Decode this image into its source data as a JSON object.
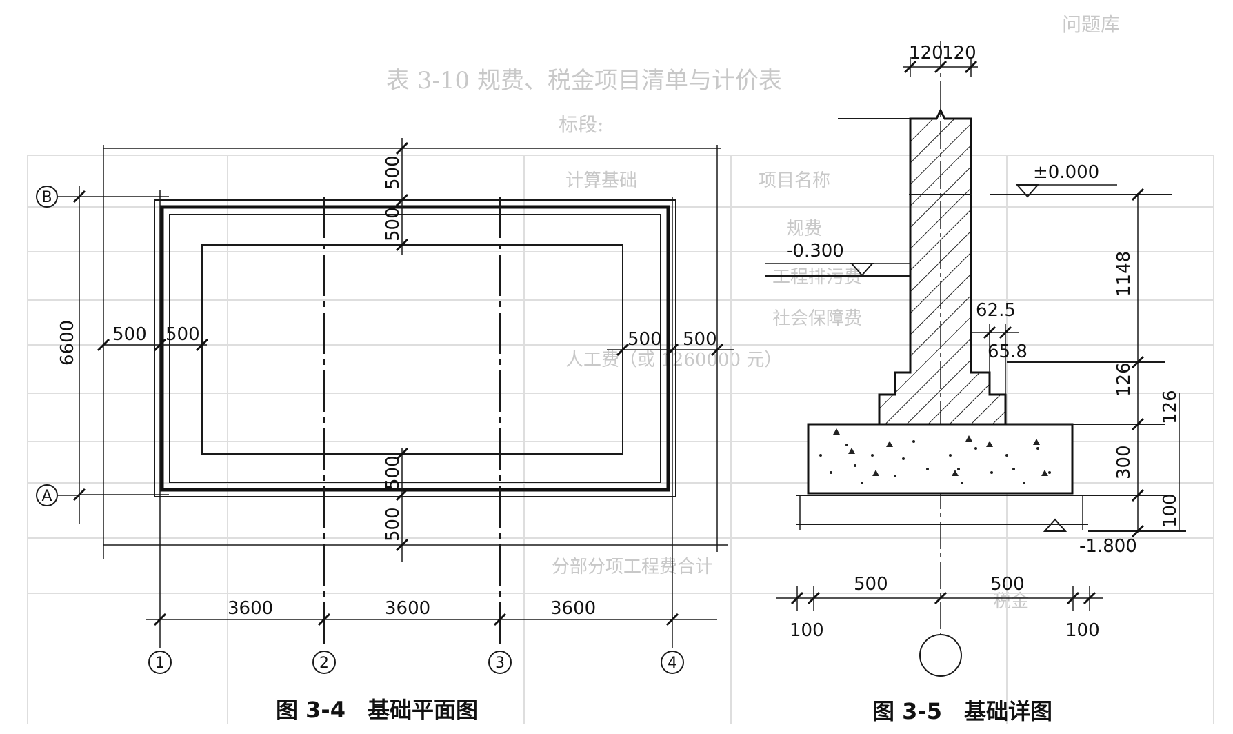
{
  "background_text": {
    "top_right": "问题库",
    "table_title": "表 3-10 规费、税金项目清单与计价表",
    "bid_label": "标段:",
    "row1": "项目名称",
    "row2": "计算基础",
    "row3": "规费",
    "row4": "工程排污费",
    "row5": "社会保障费",
    "row6": "人工费（或 1260000 元）",
    "row7": "分部分项工程费合计",
    "row8": "税金"
  },
  "figure1": {
    "caption": "图 3-4　基础平面图",
    "axis_numbers": [
      "1",
      "2",
      "3",
      "4"
    ],
    "axis_letters": [
      "A",
      "B"
    ],
    "overall_depth": "6600",
    "bay_spans": [
      "3600",
      "3600",
      "3600"
    ],
    "offsets": [
      "500",
      "500",
      "500",
      "500",
      "500",
      "500",
      "500",
      "500"
    ]
  },
  "figure2": {
    "caption": "图 3-5　基础详图",
    "wall_halves": [
      "120",
      "120"
    ],
    "levels": {
      "floor": "±0.000",
      "ground": "-0.300",
      "bottom": "-1.800"
    },
    "vertical_dims": [
      "1148",
      "126",
      "126",
      "300",
      "100"
    ],
    "step_dims": [
      "62.5",
      "65.8"
    ],
    "bottom_dims": [
      "500",
      "500",
      "100",
      "100"
    ]
  }
}
